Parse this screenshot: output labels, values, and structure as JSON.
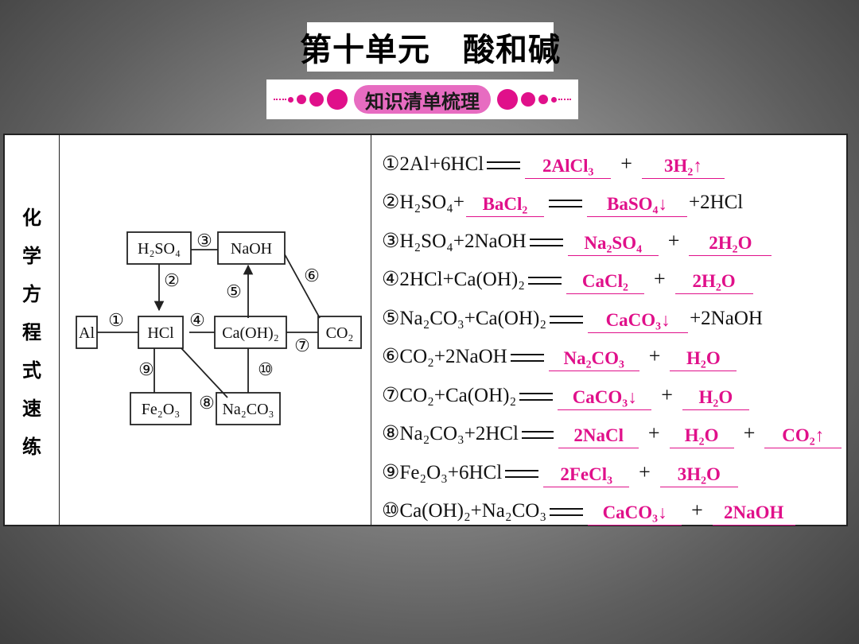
{
  "title": "第十单元　酸和碱",
  "section_banner": "知识清单梳理",
  "side_label": [
    "化",
    "学",
    "方",
    "程",
    "式",
    "速",
    "练"
  ],
  "diagram": {
    "nodes": {
      "h2so4": "H₂SO₄",
      "naoh": "NaOH",
      "al": "Al",
      "hcl": "HCl",
      "caoh2": "Ca(OH)₂",
      "co2": "CO₂",
      "fe2o3": "Fe₂O₃",
      "na2co3": "Na₂CO₃"
    },
    "edge_labels": [
      "①",
      "②",
      "③",
      "④",
      "⑤",
      "⑥",
      "⑦",
      "⑧",
      "⑨",
      "⑩"
    ]
  },
  "equations": [
    {
      "lhs": "①2Al+6HCl",
      "answers": [
        "2AlCl₃",
        "3H₂↑"
      ],
      "tail": ""
    },
    {
      "lhs": "②H₂SO₄+",
      "answers": [
        "BaCl₂",
        "BaSO₄↓"
      ],
      "tail": "+2HCl"
    },
    {
      "lhs": "③H₂SO₄+2NaOH",
      "answers": [
        "Na₂SO₄",
        "2H₂O"
      ],
      "tail": ""
    },
    {
      "lhs": "④2HCl+Ca(OH)₂",
      "answers": [
        "CaCl₂",
        "2H₂O"
      ],
      "tail": ""
    },
    {
      "lhs": "⑤Na₂CO₃+Ca(OH)₂",
      "answers": [
        "CaCO₃↓"
      ],
      "tail": "+2NaOH"
    },
    {
      "lhs": "⑥CO₂+2NaOH",
      "answers": [
        "Na₂CO₃",
        "H₂O"
      ],
      "tail": ""
    },
    {
      "lhs": "⑦CO₂+Ca(OH)₂",
      "answers": [
        "CaCO₃↓",
        "H₂O"
      ],
      "tail": ""
    },
    {
      "lhs": "⑧Na₂CO₃+2HCl",
      "answers": [
        "2NaCl",
        "H₂O",
        "CO₂↑"
      ],
      "tail": ""
    },
    {
      "lhs": "⑨Fe₂O₃+6HCl",
      "answers": [
        "2FeCl₃",
        "3H₂O"
      ],
      "tail": ""
    },
    {
      "lhs": "⑩Ca(OH)₂+Na₂CO₃",
      "answers": [
        "CaCO₃↓",
        "2NaOH"
      ],
      "tail": ""
    }
  ],
  "colors": {
    "answer": "#e0108a",
    "banner_pill": "#e76cc1",
    "text": "#111111"
  }
}
